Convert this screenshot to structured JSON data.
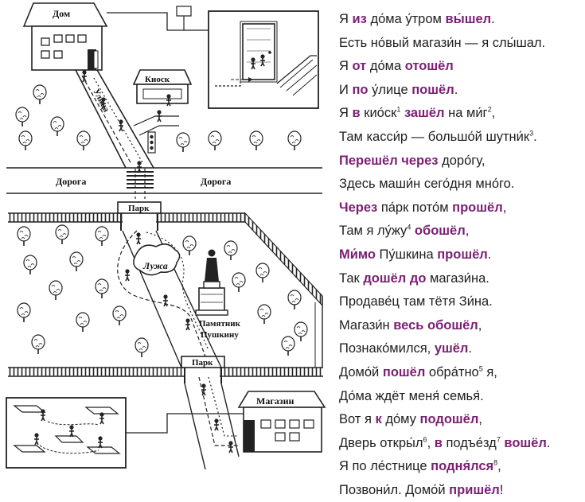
{
  "map": {
    "labels": {
      "house": "Дом",
      "kiosk": "Киоск",
      "street": "Улица",
      "road_left": "Дорога",
      "road_right": "Дорога",
      "park_top": "Парк",
      "park_bottom": "Парк",
      "puddle": "Лужа",
      "monument_line1": "Памятник",
      "monument_line2": "Пушкину",
      "shop": "Магазин"
    }
  },
  "poem": {
    "accent_color": "#7a1f73",
    "lines": [
      [
        {
          "t": "Я "
        },
        {
          "t": "из",
          "b": true
        },
        {
          "t": " до́ма у́тром "
        },
        {
          "t": "вы́шел",
          "b": true
        },
        {
          "t": "."
        }
      ],
      [
        {
          "t": "Есть но́вый магази́н — я слы́шал."
        }
      ],
      [
        {
          "t": "Я "
        },
        {
          "t": "от",
          "b": true
        },
        {
          "t": " до́ма "
        },
        {
          "t": "отошёл",
          "b": true
        }
      ],
      [
        {
          "t": "И "
        },
        {
          "t": "по",
          "b": true
        },
        {
          "t": " у́лице "
        },
        {
          "t": "пошёл",
          "b": true
        },
        {
          "t": "."
        }
      ],
      [
        {
          "t": "Я "
        },
        {
          "t": "в",
          "b": true
        },
        {
          "t": " кио́ск"
        },
        {
          "t": "1",
          "sup": true
        },
        {
          "t": " "
        },
        {
          "t": "зашёл",
          "b": true
        },
        {
          "t": " на ми́г"
        },
        {
          "t": "2",
          "sup": true
        },
        {
          "t": ","
        }
      ],
      [
        {
          "t": "Там касси́р — большо́й шутни́к"
        },
        {
          "t": "3",
          "sup": true
        },
        {
          "t": "."
        }
      ],
      [
        {
          "t": "Перешёл",
          "b": true
        },
        {
          "t": " "
        },
        {
          "t": "через",
          "b": true
        },
        {
          "t": " доро́гу,"
        }
      ],
      [
        {
          "t": "Здесь маши́н сего́дня мно́го."
        }
      ],
      [
        {
          "t": "Через",
          "b": true
        },
        {
          "t": " па́рк пото́м "
        },
        {
          "t": "прошёл",
          "b": true
        },
        {
          "t": ","
        }
      ],
      [
        {
          "t": "Там я лу́жу"
        },
        {
          "t": "4",
          "sup": true
        },
        {
          "t": " "
        },
        {
          "t": "обошёл",
          "b": true
        },
        {
          "t": ","
        }
      ],
      [
        {
          "t": "Ми́мо",
          "b": true
        },
        {
          "t": " Пу́шкина "
        },
        {
          "t": "прошёл",
          "b": true
        },
        {
          "t": "."
        }
      ],
      [
        {
          "t": "Так "
        },
        {
          "t": "дошёл до",
          "b": true
        },
        {
          "t": " магази́на."
        }
      ],
      [
        {
          "t": "Продаве́ц там тётя Зи́на."
        }
      ],
      [
        {
          "t": "Магази́н "
        },
        {
          "t": "весь обошёл",
          "b": true
        },
        {
          "t": ","
        }
      ],
      [
        {
          "t": "Познако́мился, "
        },
        {
          "t": "ушёл",
          "b": true
        },
        {
          "t": "."
        }
      ],
      [
        {
          "t": "Домо́й "
        },
        {
          "t": "пошёл",
          "b": true
        },
        {
          "t": " обра́тно"
        },
        {
          "t": "5",
          "sup": true
        },
        {
          "t": " я,"
        }
      ],
      [
        {
          "t": "До́ма ждёт меня́ семья́."
        }
      ],
      [
        {
          "t": "Вот я "
        },
        {
          "t": "к",
          "b": true
        },
        {
          "t": " до́му "
        },
        {
          "t": "подошёл",
          "b": true
        },
        {
          "t": ","
        }
      ],
      [
        {
          "t": "Дверь откры́л"
        },
        {
          "t": "6",
          "sup": true
        },
        {
          "t": ", "
        },
        {
          "t": "в",
          "b": true
        },
        {
          "t": " подъе́зд"
        },
        {
          "t": "7",
          "sup": true
        },
        {
          "t": " "
        },
        {
          "t": "вошёл",
          "b": true
        },
        {
          "t": "."
        }
      ],
      [
        {
          "t": "Я по ле́стнице "
        },
        {
          "t": "подня́лся",
          "b": true
        },
        {
          "t": "8",
          "sup": true
        },
        {
          "t": ","
        }
      ],
      [
        {
          "t": "Позвони́л. Домо́й "
        },
        {
          "t": "пришёл",
          "b": true
        },
        {
          "t": "!"
        }
      ]
    ]
  }
}
